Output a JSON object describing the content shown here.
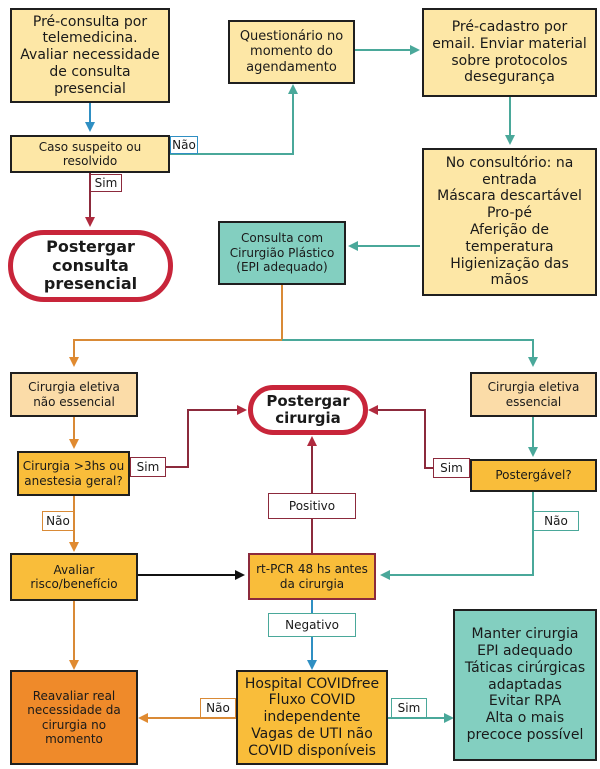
{
  "nodes": {
    "pre_consulta": "Pré-consulta por\ntelemedicina.\nAvaliar necessidade\nde consulta\npresencial",
    "questionario": "Questionário no\nmomento do\nagendamento",
    "pre_cadastro": "Pré-cadastro por\nemail. Enviar material\nsobre protocolos\ndesegurança",
    "caso_suspeito": "Caso suspeito ou\nresolvido",
    "no_consultorio": "No consultório: na\nentrada\nMáscara descartável\nPro-pé\nAferição de\ntemperatura\nHigienização das\nmãos",
    "postergar_consulta": "Postergar\nconsulta\npresencial",
    "consulta_cirurgiao": "Consulta com\nCirurgião Plástico\n(EPI adequado)",
    "eletiva_nao_essencial": "Cirurgia eletiva\nnão essencial",
    "eletiva_essencial": "Cirurgia eletiva\nessencial",
    "postergar_cirurgia": "Postergar\ncirurgia",
    "cirurgia_3hs": "Cirurgia >3hs ou\nanestesia geral?",
    "postergavel": "Postergável?",
    "avaliar_risco": "Avaliar\nrisco/benefício",
    "rt_pcr": "rt-PCR 48 hs antes\nda cirurgia",
    "reavaliar": "Reavaliar real\nnecessidade da\ncirurgia no\nmomento",
    "hospital": "Hospital COVIDfree\nFluxo COVID\nindependente\nVagas de UTI não\nCOVID disponíveis",
    "manter": "Manter cirurgia\nEPI adequado\nTáticas cirúrgicas\nadaptadas\nEvitar RPA\nAlta o mais\nprecoce possível"
  },
  "labels": {
    "nao_caso": "Não",
    "sim_caso": "Sim",
    "sim_3hs": "Sim",
    "nao_3hs": "Não",
    "sim_postergavel": "Sim",
    "nao_postergavel": "Não",
    "positivo": "Positivo",
    "negativo": "Negativo",
    "nao_hospital": "Não",
    "sim_hospital": "Sim"
  },
  "colors": {
    "teal_arrow": "#4aa89a",
    "blue_arrow": "#2f8fc3",
    "red_arrow": "#8c2a3c",
    "orange_arrow": "#d98a36",
    "terminal_border": "#c8253a"
  }
}
